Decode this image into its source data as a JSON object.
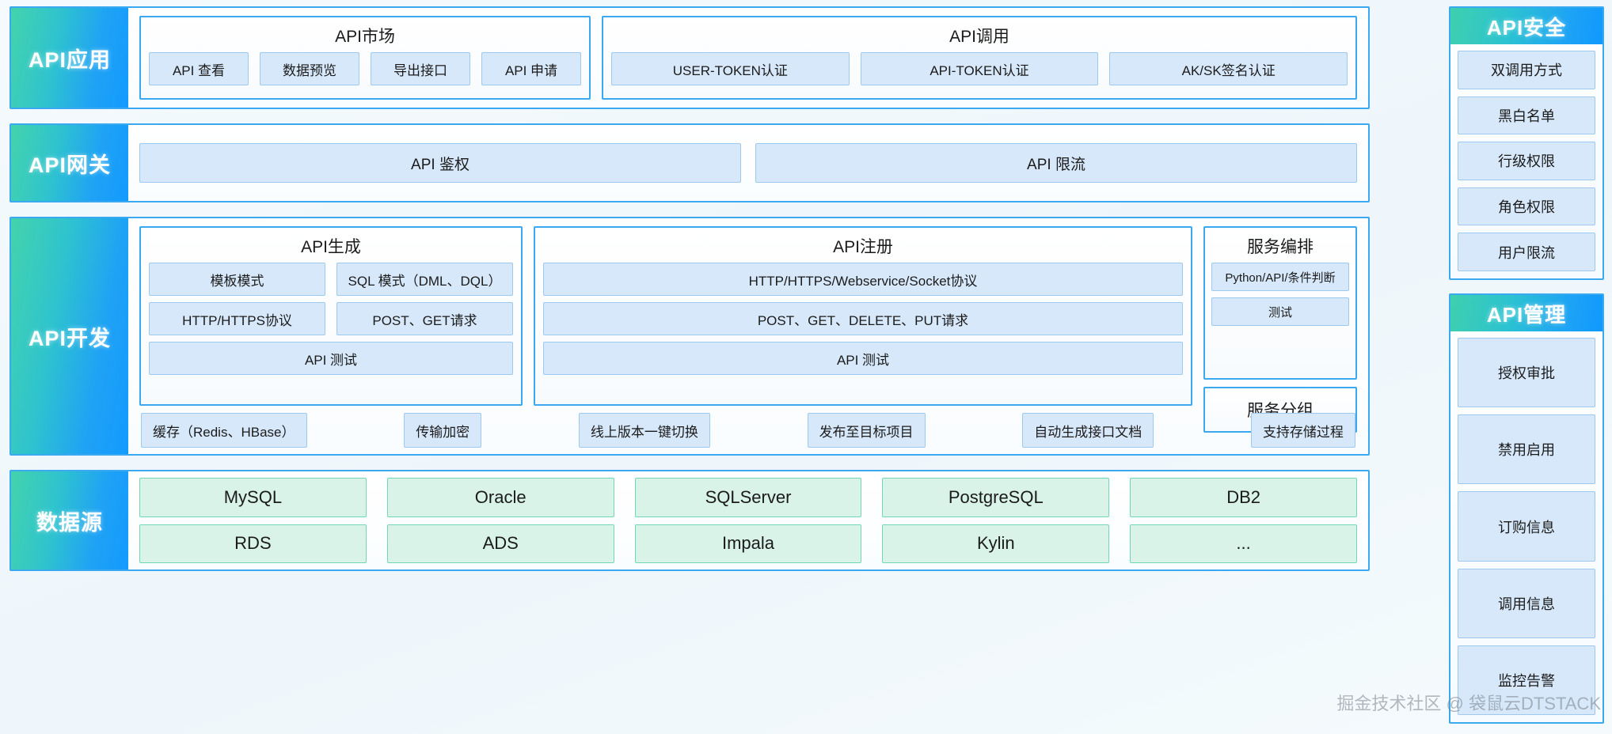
{
  "watermark": "掘金技术社区 @ 袋鼠云DTSTACK",
  "rows": [
    {
      "label": "API应用",
      "groups": [
        {
          "title": "API市场",
          "chips": [
            "API 查看",
            "数据预览",
            "导出接口",
            "API 申请"
          ]
        },
        {
          "title": "API调用",
          "chips": [
            "USER-TOKEN认证",
            "API-TOKEN认证",
            "AK/SK签名认证"
          ]
        }
      ]
    },
    {
      "label": "API网关",
      "chips": [
        "API 鉴权",
        "API 限流"
      ]
    },
    {
      "label": "API开发",
      "groups": [
        {
          "title": "API生成",
          "rows": [
            [
              "模板模式",
              "SQL 模式（DML、DQL）"
            ],
            [
              "HTTP/HTTPS协议",
              "POST、GET请求"
            ],
            [
              "API 测试"
            ]
          ]
        },
        {
          "title": "API注册",
          "rows": [
            [
              "HTTP/HTTPS/Webservice/Socket协议"
            ],
            [
              "POST、GET、DELETE、PUT请求"
            ],
            [
              "API 测试"
            ]
          ]
        },
        {
          "title": "服务编排",
          "rows": [
            [
              "Python/API/条件判断"
            ],
            [
              "测试"
            ]
          ]
        }
      ],
      "standalone": "服务分组",
      "features": [
        "缓存（Redis、HBase）",
        "传输加密",
        "线上版本一键切换",
        "发布至目标项目",
        "自动生成接口文档",
        "支持存储过程"
      ]
    },
    {
      "label": "数据源",
      "sources": [
        "MySQL",
        "Oracle",
        "SQLServer",
        "PostgreSQL",
        "DB2",
        "RDS",
        "ADS",
        "Impala",
        "Kylin",
        "..."
      ]
    }
  ],
  "sidebar": {
    "panels": [
      {
        "title": "API安全",
        "items": [
          "双调用方式",
          "黑白名单",
          "行级权限",
          "角色权限",
          "用户限流"
        ]
      },
      {
        "title": "API管理",
        "items": [
          "授权审批",
          "禁用启用",
          "订购信息",
          "调用信息",
          "监控告警"
        ]
      }
    ]
  },
  "colors": {
    "accent_blue": "#3aa9f0",
    "label_gradient_start": "#44d3ac",
    "label_gradient_end": "#129bff",
    "chip_blue_fill": "#d7e8fa",
    "chip_blue_border": "#9ec9ee",
    "chip_green_fill": "#d9f3e9",
    "chip_green_border": "#72d8b4"
  }
}
